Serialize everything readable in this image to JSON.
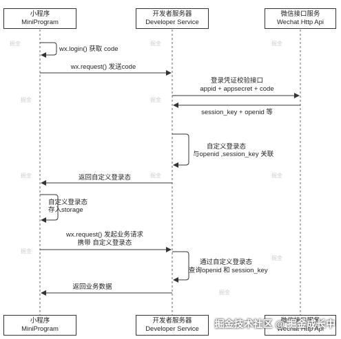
{
  "actors": {
    "mini": {
      "name_cn": "小程序",
      "name_en": "MiniProgram"
    },
    "dev": {
      "name_cn": "开发者服务器",
      "name_en": "Developer Service"
    },
    "wx": {
      "name_cn": "微信接口服务",
      "name_en": "Wechat Http Api"
    }
  },
  "messages": {
    "m1": "wx.login() 获取 code",
    "m2": "wx.request() 发送code",
    "m3_line1": "登录凭证校验接口",
    "m3_line2": "appid + appsecret + code",
    "m4": "session_key + openid 等",
    "m5_line1": "自定义登录态",
    "m5_line2": "与openid ,session_key 关联",
    "m6": "返回自定义登录态",
    "m7_line1": "自定义登录态",
    "m7_line2": "存入storage",
    "m8_line1": "wx.request() 发起业务请求",
    "m8_line2": "携带 自定义登录态",
    "m9_line1": "通过自定义登录态",
    "m9_line2": "查询openid 和 session_key",
    "m10": "返回业务数据"
  },
  "watermarks": {
    "small": "掘金",
    "footer": "掘金技术社区 @ 掘金成长中"
  }
}
